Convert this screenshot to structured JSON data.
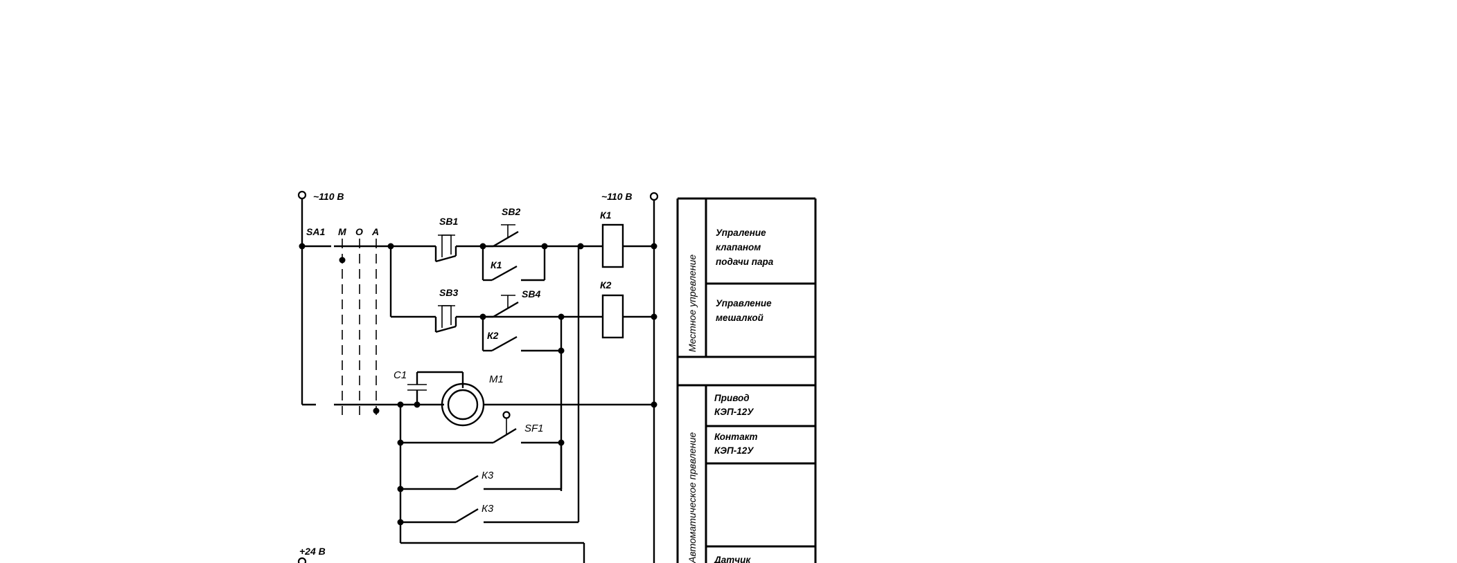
{
  "labels": {
    "supply_left": "~110 В",
    "supply_right": "~110 В",
    "supply_dc": "+24 В",
    "sa1": "SA1",
    "pos_m": "М",
    "pos_o": "О",
    "pos_a": "А",
    "sb1": "SB1",
    "sb2": "SB2",
    "sb3": "SB3",
    "sb4": "SB4",
    "k1_coil": "К1",
    "k2_coil": "К2",
    "k1_contact": "К1",
    "k2_contact": "К2",
    "c1": "C1",
    "m1": "M1",
    "sf1": "SF1",
    "k3_a": "К3",
    "k3_b": "К3"
  },
  "table": {
    "section_local": "Местное упревление",
    "section_auto": "Автоматическое прввление",
    "row_valve": [
      "Упраление",
      "клапаном",
      "подачи пара"
    ],
    "row_mixer": [
      "Управление",
      "мешалкой"
    ],
    "row_drive": [
      "Привод",
      "КЭП-12У"
    ],
    "row_contact": [
      "Контакт",
      "КЭП-12У"
    ],
    "row_sensor": "Датчик"
  }
}
